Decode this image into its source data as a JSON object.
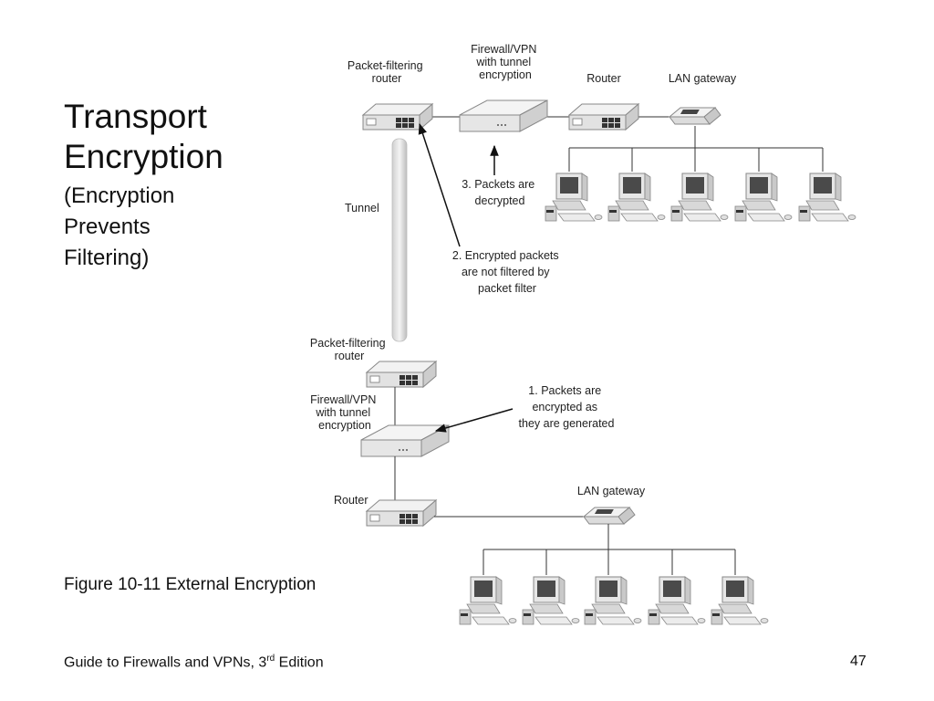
{
  "slide": {
    "title_line1": "Transport",
    "title_line2": "Encryption",
    "subtitle_line1": "(Encryption",
    "subtitle_line2": "Prevents",
    "subtitle_line3": "Filtering)",
    "figure_caption": "Figure 10-11 External Encryption",
    "footer_text": "Guide to Firewalls and VPNs, 3",
    "footer_sup": "rd",
    "footer_suffix": " Edition",
    "page_number": "47"
  },
  "diagram": {
    "top_pf_router": [
      "Packet-filtering",
      "router"
    ],
    "top_firewall": [
      "Firewall/VPN",
      "with tunnel",
      "encryption"
    ],
    "top_router": "Router",
    "top_lan_gateway": "LAN gateway",
    "tunnel": "Tunnel",
    "step3": [
      "3. Packets are",
      "decrypted"
    ],
    "step2": [
      "2. Encrypted packets",
      "are not filtered by",
      "packet filter"
    ],
    "bottom_pf_router": [
      "Packet-filtering",
      "router"
    ],
    "bottom_firewall": [
      "Firewall/VPN",
      "with tunnel",
      "encryption"
    ],
    "step1": [
      "1. Packets are",
      "encrypted as",
      "they are generated"
    ],
    "bottom_router": "Router",
    "bottom_lan_gateway": "LAN gateway"
  }
}
